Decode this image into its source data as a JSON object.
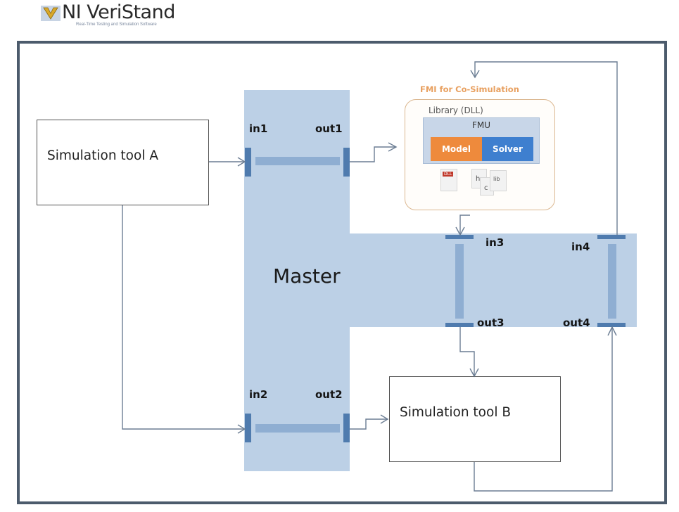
{
  "logo": {
    "brand": "NI VeriStand",
    "tagline": "Real-Time Testing and Simulation Software"
  },
  "colors": {
    "frame": "#4c5b6c",
    "master_fill": "#bcd0e6",
    "port": "#4f7bae",
    "channel_bar": "#8faed2",
    "fmi_title": "#e8a060",
    "model": "#ee8a3c",
    "solver": "#3e7fcf",
    "wire": "#6b7d93"
  },
  "tools": {
    "a": "Simulation tool A",
    "b": "Simulation tool B"
  },
  "master": {
    "label": "Master",
    "ports": {
      "in1": "in1",
      "out1": "out1",
      "in2": "in2",
      "out2": "out2",
      "in3": "in3",
      "out3": "out3",
      "in4": "in4",
      "out4": "out4"
    }
  },
  "fmi": {
    "title": "FMI for Co-Simulation",
    "library": "Library (DLL)",
    "fmu": "FMU",
    "model": "Model",
    "solver": "Solver",
    "files": {
      "dll": "DLL",
      "h": "h",
      "c": "c",
      "lib": "lib"
    }
  },
  "connections": [
    {
      "from": "Simulation tool A",
      "to": "in1"
    },
    {
      "from": "Simulation tool A",
      "to": "in2"
    },
    {
      "from": "out1",
      "to": "FMI for Co-Simulation"
    },
    {
      "from": "FMI for Co-Simulation",
      "to": "in3"
    },
    {
      "from": "out2",
      "to": "Simulation tool B"
    },
    {
      "from": "out3",
      "to": "Simulation tool B"
    },
    {
      "from": "Simulation tool B",
      "to": "out4"
    },
    {
      "from": "in4",
      "to": "FMI for Co-Simulation"
    }
  ]
}
